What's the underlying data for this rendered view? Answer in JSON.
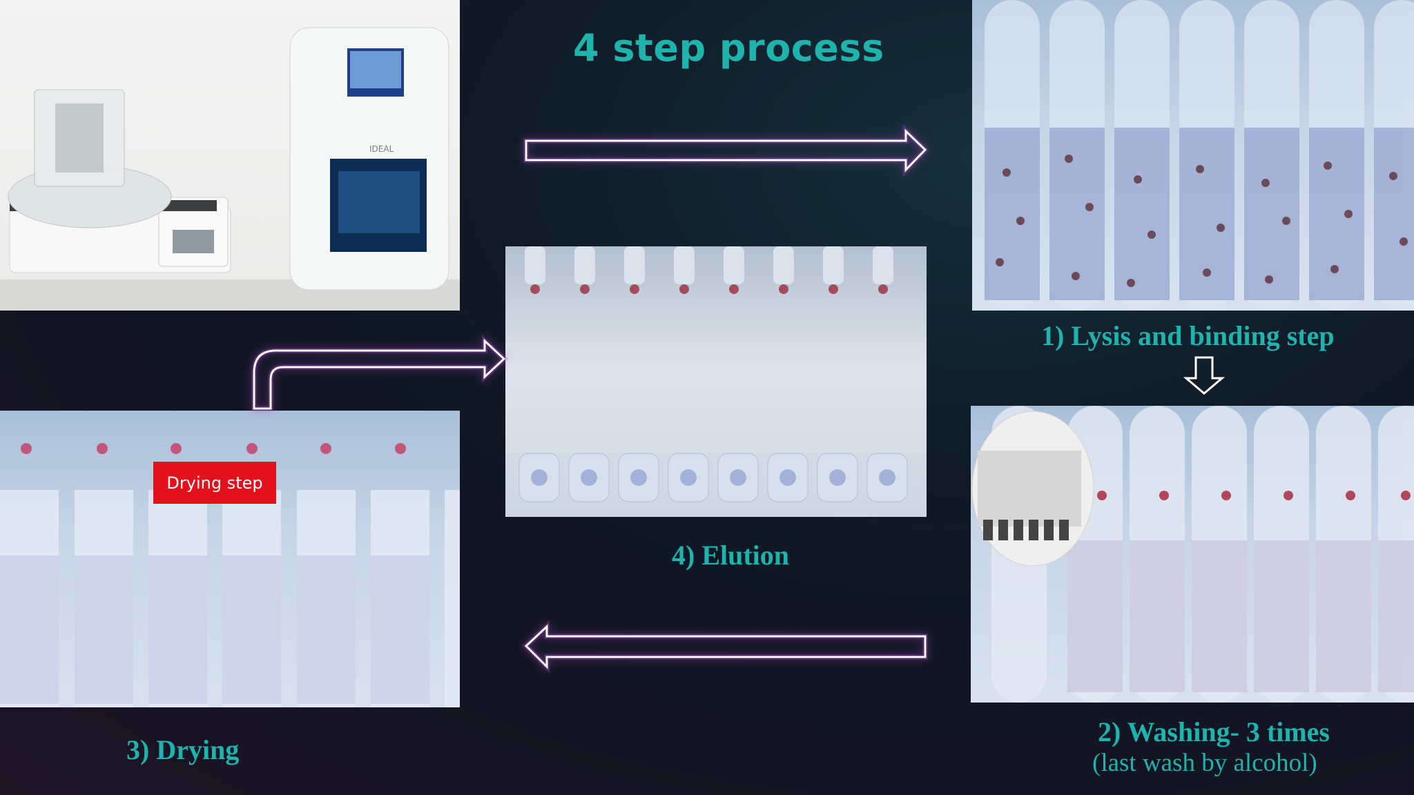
{
  "title": "4 step process",
  "captions": {
    "step1": "1) Lysis and binding step",
    "step2": "2) Washing- 3 times",
    "step2_sub": "(last wash by alcohol)",
    "step3": "3) Drying",
    "step4": "4) Elution"
  },
  "drying_badge": "Drying step",
  "instrument_labels": {
    "model": "IDEAL",
    "screen_note": ""
  },
  "colors": {
    "accent": "#1fb3ad",
    "badge": "#e3111c",
    "arrow_stroke": "#ffffff",
    "arrow_glow": "#c04bd6"
  }
}
